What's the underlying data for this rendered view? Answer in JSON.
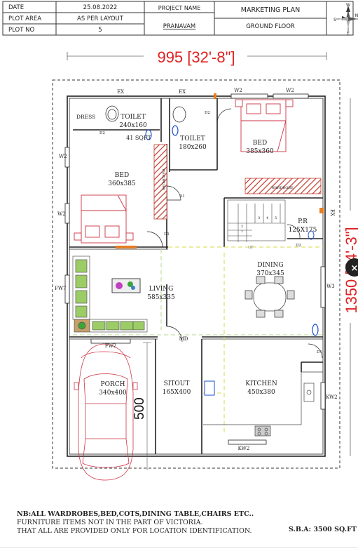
{
  "title_block": {
    "date_label": "DATE",
    "date_value": "25.08.2022",
    "plot_area_label": "PLOT AREA",
    "plot_area_value": "AS PER LAYOUT",
    "plot_no_label": "PLOT NO",
    "plot_no_value": "5",
    "project_name_label": "PROJECT  NAME",
    "project_name_value": "PRANAVAM",
    "plan_title": "MARKETING PLAN",
    "floor": "GROUND FLOOR"
  },
  "compass": {
    "n": "N",
    "s": "S",
    "e": "E",
    "w": "W"
  },
  "dimensions": {
    "width": "995 [32'-8\"]",
    "height": "1350 [44'-3\"]",
    "porch_width": "500"
  },
  "rooms": {
    "toilet1": {
      "name": "TOILET",
      "size": "240x160",
      "area": "41 SQFT"
    },
    "dress": "DRESS",
    "toilet2": {
      "name": "TOILET",
      "size": "180x260"
    },
    "bed1": {
      "name": "BED",
      "size": "385x360"
    },
    "bed2": {
      "name": "BED",
      "size": "360x385"
    },
    "pr": {
      "name": "P.R",
      "size": "125X175"
    },
    "dining": {
      "name": "DINING",
      "size": "370x345"
    },
    "living": {
      "name": "LIVING",
      "size": "585x335"
    },
    "porch": {
      "name": "PORCH",
      "size": "340x400"
    },
    "sitout": {
      "name": "SITOUT",
      "size": "165X400"
    },
    "kitchen": {
      "name": "KITCHEN",
      "size": "450x380"
    }
  },
  "labels": {
    "ex1": "EX",
    "ex2": "EX",
    "ex3": "EX",
    "w2a": "W2",
    "w2b": "W2",
    "w2c": "W2",
    "w2d": "W2",
    "w3": "W3",
    "fw7": "FW7",
    "fw2": "FW2",
    "kw2a": "KW2",
    "kw2b": "KW2",
    "d1a": "D1",
    "d1b": "D1",
    "d1c": "D1",
    "d2a": "D2",
    "d2b": "D2",
    "d2c": "D2",
    "md": "MD",
    "wardrobe1": "WARDROBE",
    "wardrobe2": "WARDROBE",
    "up": "UP",
    "steps": [
      "1",
      "2",
      "3",
      "4",
      "5"
    ]
  },
  "notes": {
    "line1": "NB:ALL WARDROBES,BED,COTS,DINING TABLE,CHAIRS ETC..",
    "line2": "FURNITURE ITEMS NOT IN THE PART OF VICTORIA.",
    "line3": "THAT ALL ARE PROVIDED ONLY FOR LOCATION IDENTIFICATION.",
    "sba": "S.B.A: 3500 SQ.FT"
  },
  "colors": {
    "wall": "#222222",
    "dimension": "#e02020",
    "furniture": "#cc3344",
    "hatch": "#c0392b",
    "door": "#1a4fd0",
    "plant": "#3aa63a"
  }
}
